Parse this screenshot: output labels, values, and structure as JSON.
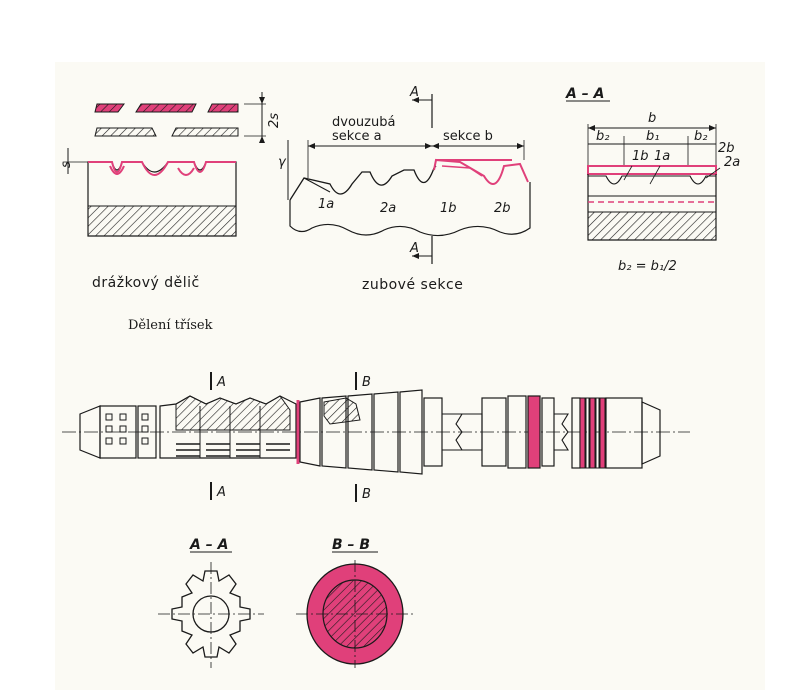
{
  "labels": {
    "s": "s",
    "two_s": "2s",
    "groove_divider": "drážkový dělič",
    "section_A_top": "A",
    "section_A_bottom": "A",
    "two_tooth": "dvouzubá",
    "section_a": "sekce a",
    "section_b": "sekce b",
    "gamma": "γ",
    "t1a": "1a",
    "t2a": "2a",
    "t1b": "1b",
    "t2b": "2b",
    "tooth_sections": "zubové sekce",
    "view_AA": "A – A",
    "b": "b",
    "b2_left": "b₂",
    "b1": "b₁",
    "b2_right": "b₂",
    "aa_1b": "1b",
    "aa_1a": "1a",
    "aa_2b": "2b",
    "aa_2a": "2a",
    "formula": "b₂ = b₁/2",
    "chip_division": "Dělení třísek",
    "cut_A_top": "A",
    "cut_A_bottom": "A",
    "cut_B_top": "B",
    "cut_B_bottom": "B",
    "section_AA": "A – A",
    "section_BB": "B – B"
  },
  "colors": {
    "accent": "#e0407a",
    "ink": "#1a1a1a",
    "paper": "#fbfaf4"
  }
}
